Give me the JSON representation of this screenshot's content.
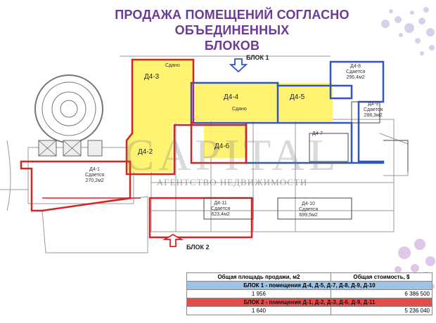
{
  "title": {
    "line1": "ПРОДАЖА ПОМЕЩЕНИЙ СОГЛАСНО ОБЪЕДИНЕННЫХ",
    "line2": "БЛОКОВ"
  },
  "watermark": {
    "main": "CAPITAL",
    "sub": "АГЕНТСТВО НЕДВИЖИМОСТИ"
  },
  "blocks": {
    "block1_label": "БЛОК 1",
    "block2_label": "БЛОК 2"
  },
  "units": {
    "d4_3": "Д4-3",
    "d4_2": "Д4-2",
    "d4_4": "Д4-4",
    "d4_5": "Д4-5",
    "d4_6": "Д4-6",
    "d4_8": "Д4-8",
    "d4_9": "Д4-9",
    "d4_7": "Д4-7",
    "d4_1": "Д4-1",
    "d4_11": "Д4-11",
    "d4_10": "Д4-10"
  },
  "small_labels": {
    "sdano_1": "Сдано",
    "sdano_2": "Сдано",
    "d4_8_status": "Сдается",
    "d4_8_area": "296,4м2",
    "d4_9_status": "Сдается",
    "d4_9_area": "288,3м2",
    "d4_1_status": "Сдается",
    "d4_1_area": "270,2м2",
    "d4_11_status": "Сдается",
    "d4_11_area": "623,4м2",
    "d4_10_status": "Сдается",
    "d4_10_area": "699,5м2"
  },
  "summary_table": {
    "header_area": "Общая площадь продажи, м2",
    "header_cost": "Общая стоимость, $",
    "block1_desc": "БЛОК 1 - помещения Д-4, Д-5, Д-7, Д-8, Д-9, Д-10",
    "block1_area": "1 956",
    "block1_cost": "6 386 500",
    "block2_desc": "БЛОК 2 - помещения Д-1, Д-2, Д-3, Д-6, Д-9, Д-11",
    "block2_area": "1 640",
    "block2_cost": "5 236 040"
  },
  "colors": {
    "title": "#6a3c95",
    "block1_outline": "#2f55c8",
    "block2_outline": "#d92323",
    "yellow_fill": "#fff36a",
    "block1_row": "#9dc3e6",
    "block2_row": "#e64b4b"
  }
}
